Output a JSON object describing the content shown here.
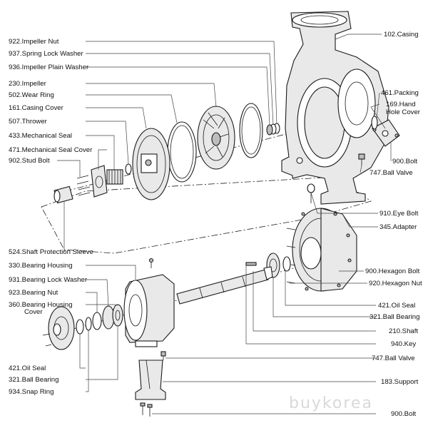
{
  "labels_left": [
    "922.Impeller Nut",
    "937.Spring Lock Washer",
    "936.Impeller Plain Washer",
    "230.Impeller",
    "502.Wear Ring",
    "161.Casing Cover",
    "507.Thrower",
    "433.Mechanical Seal",
    "471.Mechanical Seal Cover",
    "902.Stud Bolt",
    "524.Shaft Protection Sleeve",
    "330.Bearing Housing",
    "931.Bearing Lock Washer",
    "923.Bearing Nut",
    "360.Bearing Housing",
    "Cover",
    "421.Oil Seal",
    "321.Ball Bearing",
    "934.Snap Ring"
  ],
  "labels_right": [
    "102.Casing",
    "461.Packing",
    "169.Hand",
    "Hole Cover",
    "900.Bolt",
    "747.Ball Valve",
    "910.Eye Bolt",
    "345.Adapter",
    "900.Hexagon Bolt",
    "920.Hexagon Nut",
    "421.Oil Seal",
    "321.Ball Bearing",
    "210.Shaft",
    "940.Key",
    "747.Ball Valve",
    "183.Support",
    "900.Bolt"
  ],
  "watermark": "buykorea"
}
